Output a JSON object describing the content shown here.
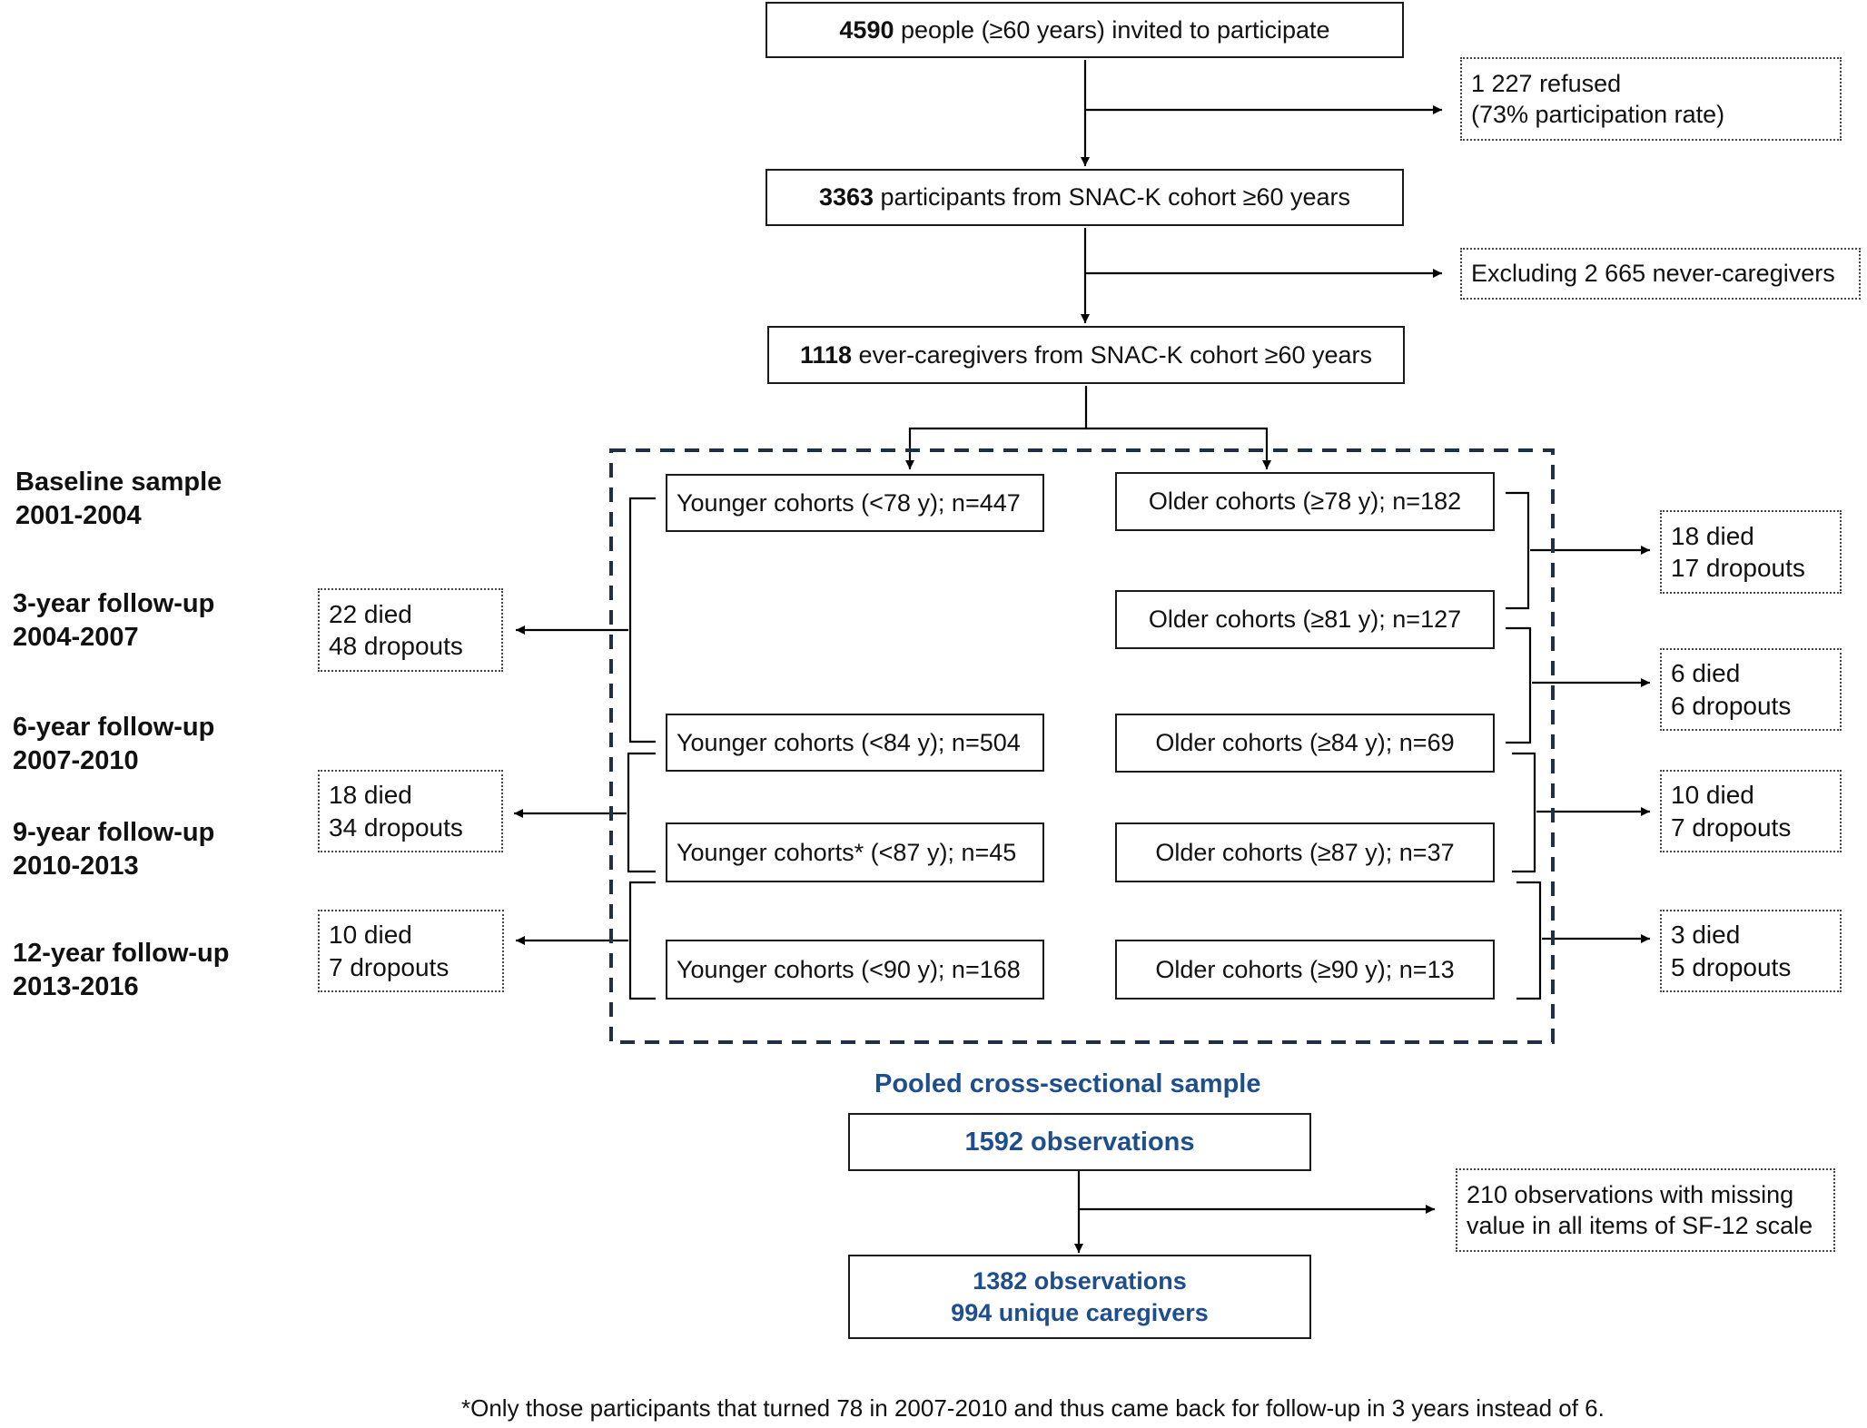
{
  "top": {
    "invited": {
      "number": "4590",
      "text": " people (≥60 years) invited to participate"
    },
    "refused": {
      "line1": "1 227 refused",
      "line2": "(73% participation rate)"
    },
    "participants": {
      "number": "3363",
      "text": " participants from SNAC-K cohort ≥60 years"
    },
    "excluding": "Excluding 2 665 never-caregivers",
    "ever_caregivers": {
      "number": "1118",
      "text": " ever-caregivers from SNAC-K cohort ≥60 years"
    }
  },
  "waves": [
    {
      "title": "Baseline sample",
      "years": "2001-2004"
    },
    {
      "title": "3-year follow-up",
      "years": "2004-2007"
    },
    {
      "title": "6-year follow-up",
      "years": "2007-2010"
    },
    {
      "title": "9-year follow-up",
      "years": "2010-2013"
    },
    {
      "title": "12-year follow-up",
      "years": "2013-2016"
    }
  ],
  "younger": [
    "Younger cohorts (<78 y); n=447",
    "Younger cohorts (<84 y); n=504",
    "Younger cohorts* (<87 y); n=45",
    "Younger cohorts (<90 y); n=168"
  ],
  "older": [
    "Older cohorts (≥78 y); n=182",
    "Older cohorts (≥81 y); n=127",
    "Older cohorts (≥84 y); n=69",
    "Older cohorts (≥87 y); n=37",
    "Older cohorts (≥90 y); n=13"
  ],
  "left_losses": [
    {
      "died": "22 died",
      "dropouts": "48 dropouts"
    },
    {
      "died": "18 died",
      "dropouts": "34 dropouts"
    },
    {
      "died": "10 died",
      "dropouts": "7 dropouts"
    }
  ],
  "right_losses": [
    {
      "died": "18 died",
      "dropouts": "17 dropouts"
    },
    {
      "died": "6 died",
      "dropouts": "6 dropouts"
    },
    {
      "died": "10 died",
      "dropouts": "7 dropouts"
    },
    {
      "died": "3 died",
      "dropouts": "5 dropouts"
    }
  ],
  "pooled": {
    "title": "Pooled cross-sectional sample",
    "observations": "1592 observations",
    "missing": {
      "line1": "210 observations with missing",
      "line2": "value in all items of SF-12 scale"
    },
    "final": {
      "line1": "1382 observations",
      "line2": "994 unique caregivers"
    }
  },
  "footnote": "*Only those participants that turned 78 in 2007-2010 and thus came back for follow-up in 3 years instead of 6.",
  "colors": {
    "accent": "#1f4e8c",
    "frame": "#1f2f44",
    "line": "#000000"
  }
}
